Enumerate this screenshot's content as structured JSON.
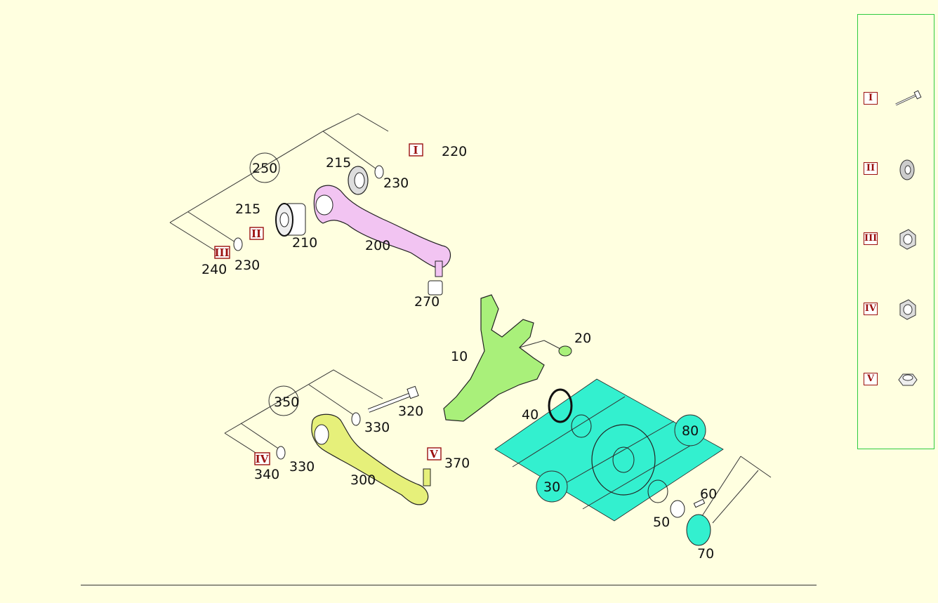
{
  "colors": {
    "background": "#ffffe0",
    "upper_arm": "#f2c4f2",
    "knuckle": "#a9f07a",
    "lower_arm": "#e6f07a",
    "hub_area": "#33f0cf",
    "roman_border": "#9b1010",
    "legend_border": "#2ecc40"
  },
  "callouts": {
    "p10": "10",
    "p20": "20",
    "p30": "30",
    "p40": "40",
    "p50": "50",
    "p60": "60",
    "p70": "70",
    "p80": "80",
    "p200": "200",
    "p210": "210",
    "p215a": "215",
    "p215b": "215",
    "p220": "220",
    "p230a": "230",
    "p230b": "230",
    "p240": "240",
    "p250": "250",
    "p270": "270",
    "p300": "300",
    "p320": "320",
    "p330a": "330",
    "p330b": "330",
    "p340": "340",
    "p350": "350",
    "p370": "370"
  },
  "roman": {
    "r1": "I",
    "r2": "II",
    "r3": "III",
    "r4": "IV",
    "r5": "V"
  },
  "legend": {
    "items": [
      {
        "key": "I",
        "icon": "bolt-icon"
      },
      {
        "key": "II",
        "icon": "washer-icon"
      },
      {
        "key": "III",
        "icon": "nut-icon"
      },
      {
        "key": "IV",
        "icon": "nut-icon"
      },
      {
        "key": "V",
        "icon": "cap-nut-icon"
      }
    ]
  }
}
